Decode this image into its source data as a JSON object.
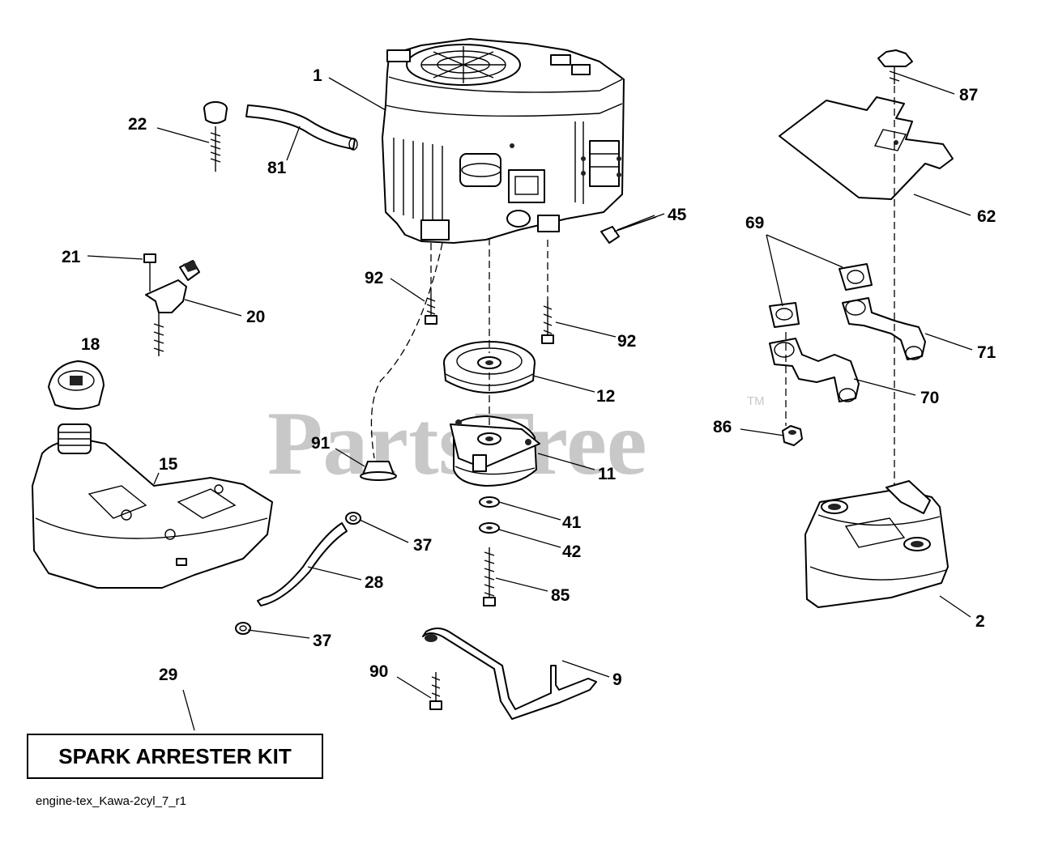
{
  "diagram": {
    "watermark": "PartsTree",
    "trademark": "TM",
    "kit_label": "SPARK ARRESTER KIT",
    "file_code": "engine-tex_Kawa-2cyl_7_r1",
    "callouts": {
      "c1": "1",
      "c22": "22",
      "c81": "81",
      "c45": "45",
      "c21": "21",
      "c20": "20",
      "c92a": "92",
      "c92b": "92",
      "c18": "18",
      "c15": "15",
      "c91": "91",
      "c12": "12",
      "c11": "11",
      "c41": "41",
      "c42": "42",
      "c85": "85",
      "c37a": "37",
      "c37b": "37",
      "c28": "28",
      "c29": "29",
      "c90": "90",
      "c9": "9",
      "c87": "87",
      "c62": "62",
      "c69": "69",
      "c71": "71",
      "c70": "70",
      "c86": "86",
      "c2": "2"
    }
  }
}
